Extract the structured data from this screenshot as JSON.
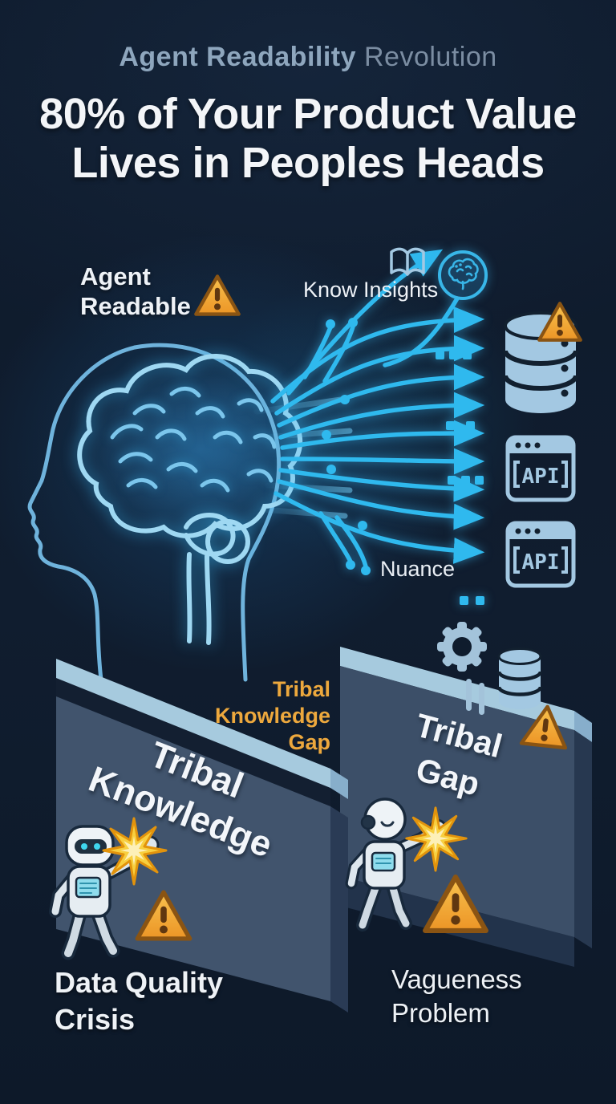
{
  "header": {
    "kicker_bold": "Agent Readability",
    "kicker_light": " Revolution",
    "title_line1": "80% of Your Product Value",
    "title_line2": "Lives in Peoples Heads"
  },
  "flow": {
    "agent_readable_line1": "Agent",
    "agent_readable_line2": "Readable",
    "know_insights_label": "Know Insights",
    "nuance_label": "Nuance",
    "api_label_top": "API",
    "api_label_bottom": "API"
  },
  "walls": {
    "gap_label_line1": "Tribal",
    "gap_label_line2": "Knowledge",
    "gap_label_line3": "Gap",
    "left_wall_line1": "Tribal",
    "left_wall_line2": "Knowledge",
    "right_wall_line1": "Tribal",
    "right_wall_line2": "Gap",
    "caption_left_line1": "Data Quality",
    "caption_left_line2": "Crisis",
    "caption_right_line1": "Vagueness",
    "caption_right_line2": "Problem"
  },
  "icons": {
    "warning": "triangle-exclamation",
    "book": "open-book",
    "brain_badge": "brain-in-circle",
    "database": "cylinder-stack",
    "api_window": "browser-window-API",
    "gear": "cog",
    "robot": "robot-punching",
    "impact": "starburst"
  },
  "palette": {
    "background": "#0f1c2d",
    "headline": "#f3f5f8",
    "kicker_bold": "#8ea6bd",
    "kicker_light": "#7b8da2",
    "cyan_flow": "#2fb9ee",
    "icon_blue": "#a3c8e2",
    "head_outline": "#6fb3dc",
    "brain_stroke": "#9fd8f2",
    "orange_label": "#eda83d",
    "warning_fill": "#f4a938",
    "warning_border": "#8a5413",
    "wall_face_left": "#41546d",
    "wall_face_right": "#3c4f68",
    "wall_top_band": "#a6cade",
    "wall_side": "#283a54",
    "wall_text": "#f3f6fa"
  }
}
